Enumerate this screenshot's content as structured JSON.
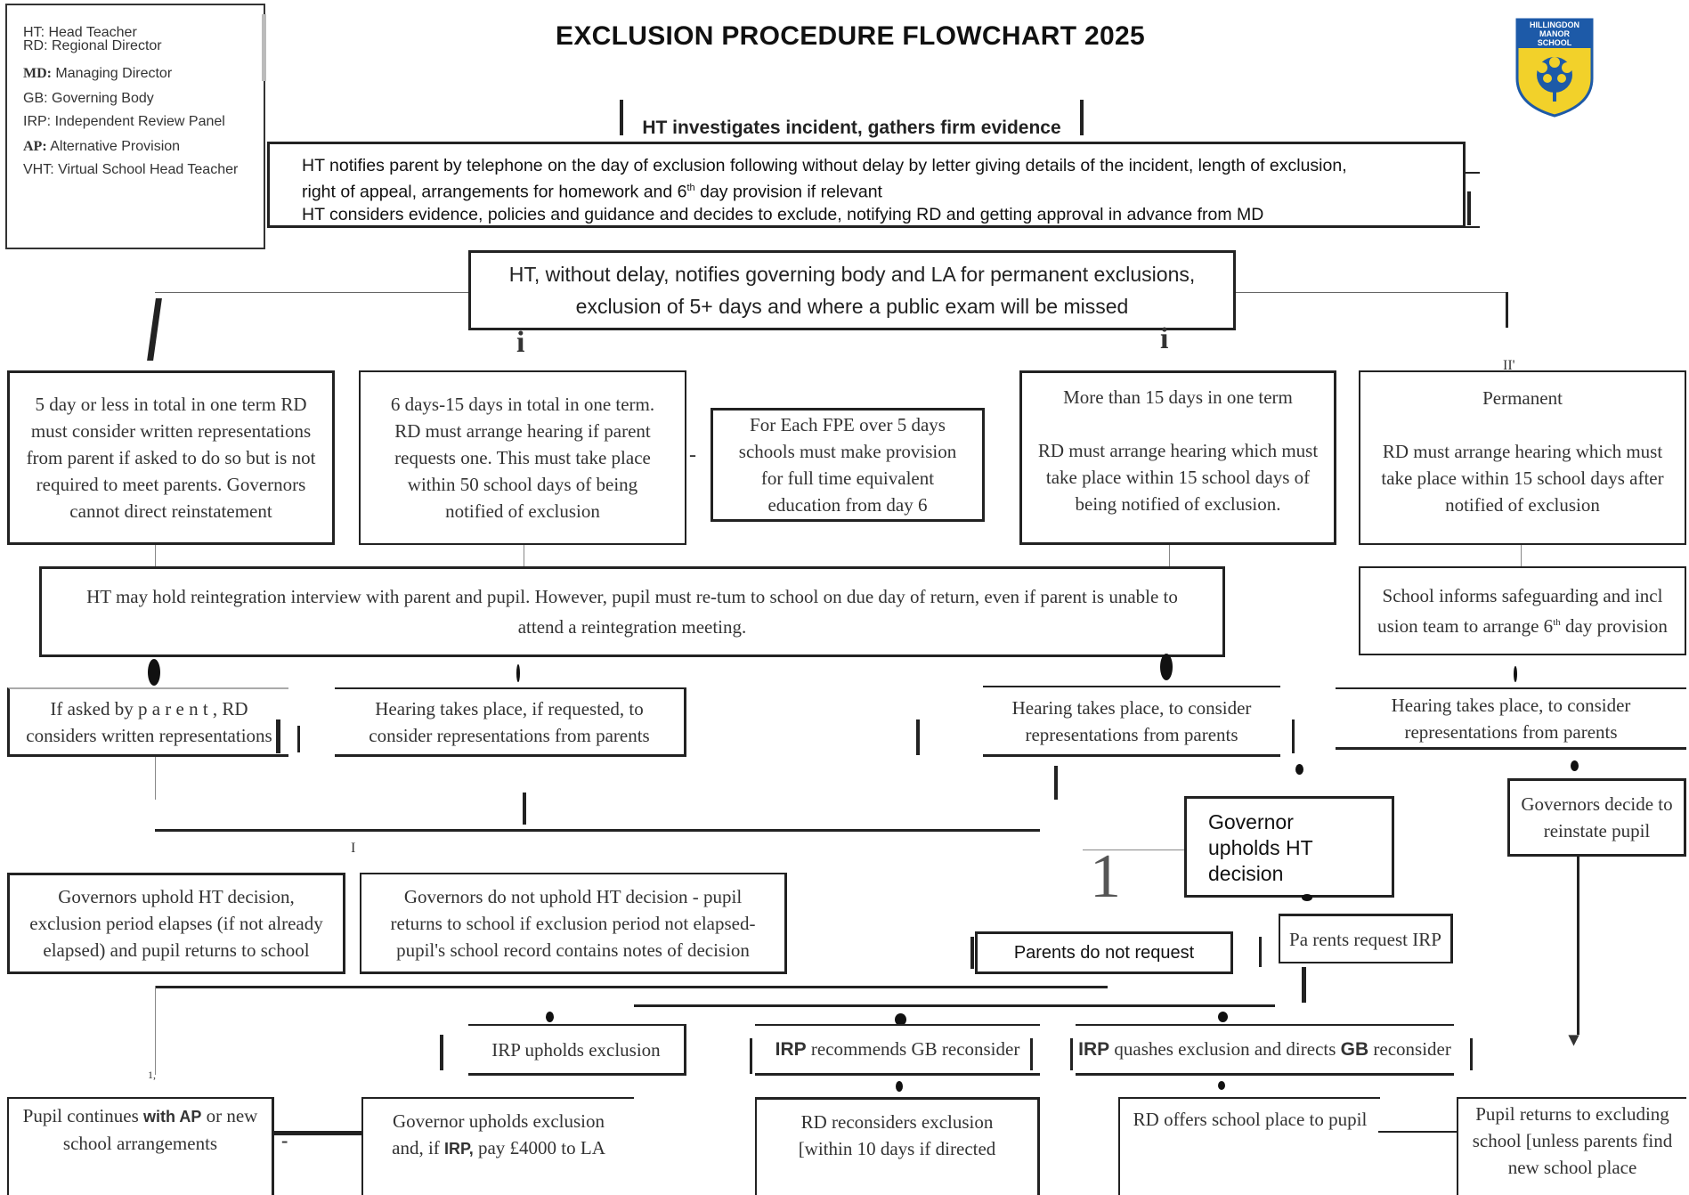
{
  "title": "EXCLUSION PROCEDURE FLOWCHART 2025",
  "logo": {
    "line1": "HILLINGDON",
    "line2": "MANOR",
    "line3": "SCHOOL",
    "colors": {
      "blue": "#1d5aa8",
      "yellow": "#f2d12a"
    }
  },
  "legend": [
    {
      "abbr": "HT",
      "text": ": Head Teacher"
    },
    {
      "abbr": "RD",
      "text": ": Regional Director"
    },
    {
      "abbr": "MD:",
      "text": " Managing Director"
    },
    {
      "abbr": "GB",
      "text": ": Governing Body"
    },
    {
      "abbr": "IRP",
      "text": ":  Independent  Review  Panel"
    },
    {
      "abbr": "AP:",
      "text": " Alternative Provision"
    },
    {
      "abbr": "VHT",
      "text": ": Virtual School Head Teacher"
    }
  ],
  "nodes": {
    "investigate": "HT investigates incident, gathers firm evidence",
    "notify_line1": "HT notifies parent by telephone on the day of exclusion following without delay by letter giving details of the incident, length of exclusion,",
    "notify_line2a": "right of appeal, arrangements for homework and 6",
    "notify_line2sup": "th",
    "notify_line2b": " day provision if relevant",
    "notify_line3": "HT considers evidence, policies and guidance and decides to exclude, notifying RD and getting approval in advance from MD",
    "gb_notify": "HT, without delay, notifies governing body and LA for  permanent exclusions, exclusion of 5+ days and where a public exam will be missed",
    "five_day": "5 day or less in total in one  term   RD must consider written representations from  parent  if asked to  do  so  but is not required to meet parents. Governors cannot direct reinstatement",
    "six_fifteen": "6 days-15 days in total in one  term. RD must arrange hearing if parent requests one. This must take  place within 50 school days of being notified of exclusion",
    "fpe": "For Each FPE over 5 days schools must make provision for full time equivalent education from day 6",
    "more_fifteen": "More than 15 days in one term\n\nRD must arrange hearing which must take  place within 15 school days of being notified of exclusion.",
    "permanent": "Permanent\n\nRD must arrange hearing which must take place within 15 school days after notified of exclusion",
    "reintegration": "HT may hold reintegration interview with parent and pupil. However, pupil must re-tum to school on due day of return, even if parent is unable to attend  a  reintegration  meeting.",
    "safeguarding_a": "School informs safeguarding and incl usion team to arrange 6",
    "safeguarding_sup": "th",
    "safeguarding_b": " day provision",
    "if_asked": "If asked by p a r e n t ,  RD considers written representations",
    "hearing_requested": "Hearing takes place, if requested, to consider representations from  parents",
    "hearing_more": "Hearing takes place, to consider representations from  parents",
    "hearing_perm": "Hearing takes place, to consider representations from  parents",
    "gov_upholds_ht": "Governor upholds HT decision",
    "gov_reinstate": "Governors decide  to reinstate pupil",
    "gov_uphold_elapses": "Governors uphold HT decision, exclusion period elapses (if not already elapsed) and pupil returns to school",
    "gov_not_uphold": "Governors do not uphold HT decision -  pupil returns to school if exclusion period not elapsed- pupil's school  record contains notes of decision",
    "parents_not_request": "Parents  do  not  request",
    "parents_request_irp": "Pa rents  request  IRP",
    "irp_upholds": "IRP  upholds  exclusion",
    "irp_recommends_bold": "IRP",
    "irp_recommends_rest": " recommends GB reconsider",
    "irp_quashes_bold1": "IRP",
    "irp_quashes_mid": " quashes  exclusion  and  directs ",
    "irp_quashes_bold2": "GB",
    "irp_quashes_end": "  reconsider",
    "pupil_continues_a": "Pupil continues ",
    "pupil_continues_b": "with AP",
    "pupil_continues_c": " or new  school  arrangements",
    "gov_upholds_excl_a": "Governor upholds exclusion and,  if  ",
    "gov_upholds_excl_b": "IRP,",
    "gov_upholds_excl_c": "  pay £4000 to LA",
    "rd_reconsiders": "RD  reconsiders  exclusion [within 10 days if directed",
    "rd_offers": "RD offers school place to  pupil",
    "pupil_returns": "Pupil returns to excluding school [unless parents find new school place"
  },
  "glyphs": {
    "i": "i",
    "ii": "II'",
    "one": "1",
    "one_small": "1,",
    "I": "I",
    "dash": "-"
  }
}
